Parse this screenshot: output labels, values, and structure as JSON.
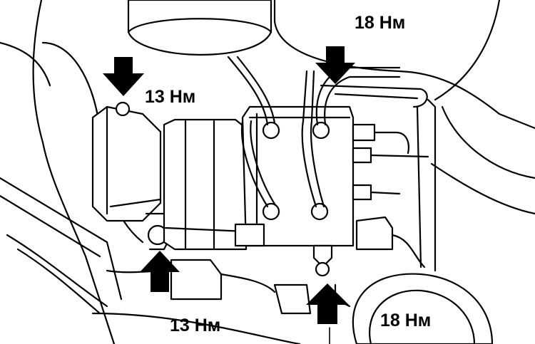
{
  "labels": {
    "top_right": "18 Нм",
    "left_top": "13 Нм",
    "bottom_left": "13 Нм",
    "bottom_right": "18 Нм"
  },
  "colors": {
    "line": "#000000",
    "background": "#ffffff"
  }
}
